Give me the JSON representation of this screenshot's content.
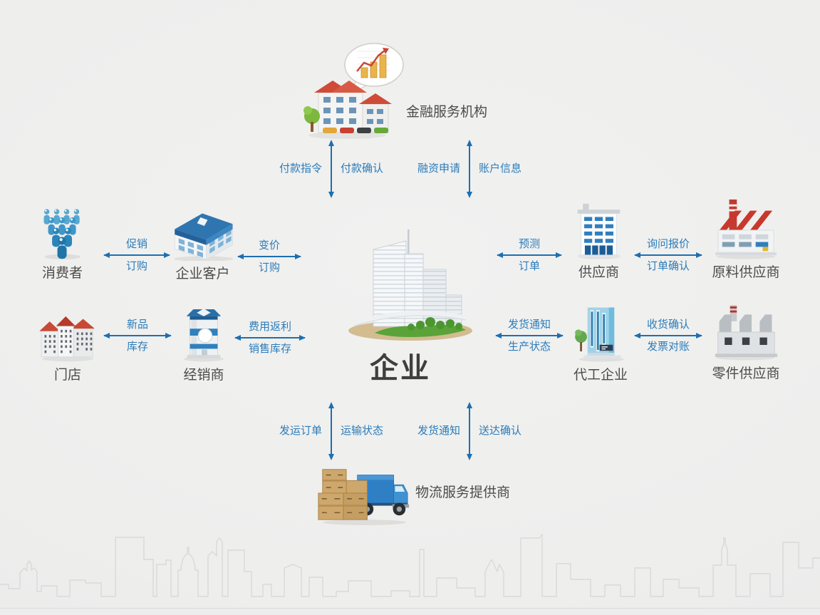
{
  "page": {
    "background": "#eeeeed"
  },
  "diagram": {
    "center": {
      "label": "企业",
      "icon": "enterprise-skyscraper-icon"
    },
    "nodes": {
      "financial": {
        "label": "金融服务机构",
        "icon": "bank-building-with-chart-bubble-icon"
      },
      "consumers": {
        "label": "消费者",
        "icon": "people-group-icon"
      },
      "enterprise_customer": {
        "label": "企业客户",
        "icon": "apartment-building-icon"
      },
      "store": {
        "label": "门店",
        "icon": "storefront-buildings-icon"
      },
      "distributor": {
        "label": "经销商",
        "icon": "tower-building-icon"
      },
      "supplier": {
        "label": "供应商",
        "icon": "office-building-icon"
      },
      "raw_material": {
        "label": "原料供应商",
        "icon": "red-roof-factory-icon"
      },
      "oem": {
        "label": "代工企业",
        "icon": "blue-highrise-icon"
      },
      "parts": {
        "label": "零件供应商",
        "icon": "gray-factory-icon"
      },
      "logistics": {
        "label": "物流服务提供商",
        "icon": "truck-with-boxes-icon"
      }
    },
    "links": {
      "payment": {
        "first": "付款指令",
        "second": "付款确认"
      },
      "financing": {
        "first": "融资申请",
        "second": "账户信息"
      },
      "promotion": {
        "first": "促销",
        "second": "订购"
      },
      "price": {
        "first": "变价",
        "second": "订购"
      },
      "new_product": {
        "first": "新品",
        "second": "库存"
      },
      "rebate": {
        "first": "费用返利",
        "second": "销售库存"
      },
      "forecast": {
        "first": "预测",
        "second": "订单"
      },
      "quote": {
        "first": "询问报价",
        "second": "订单确认"
      },
      "shipment": {
        "first": "发货通知",
        "second": "生产状态"
      },
      "receipt": {
        "first": "收货确认",
        "second": "发票对账"
      },
      "transport": {
        "first": "发运订单",
        "second": "运输状态"
      },
      "delivery": {
        "first": "发货通知",
        "second": "送达确认"
      }
    },
    "colors": {
      "arrow": "#1d6fb0",
      "link_text": "#2b7cba",
      "node_text": "#4c4c4c"
    }
  }
}
